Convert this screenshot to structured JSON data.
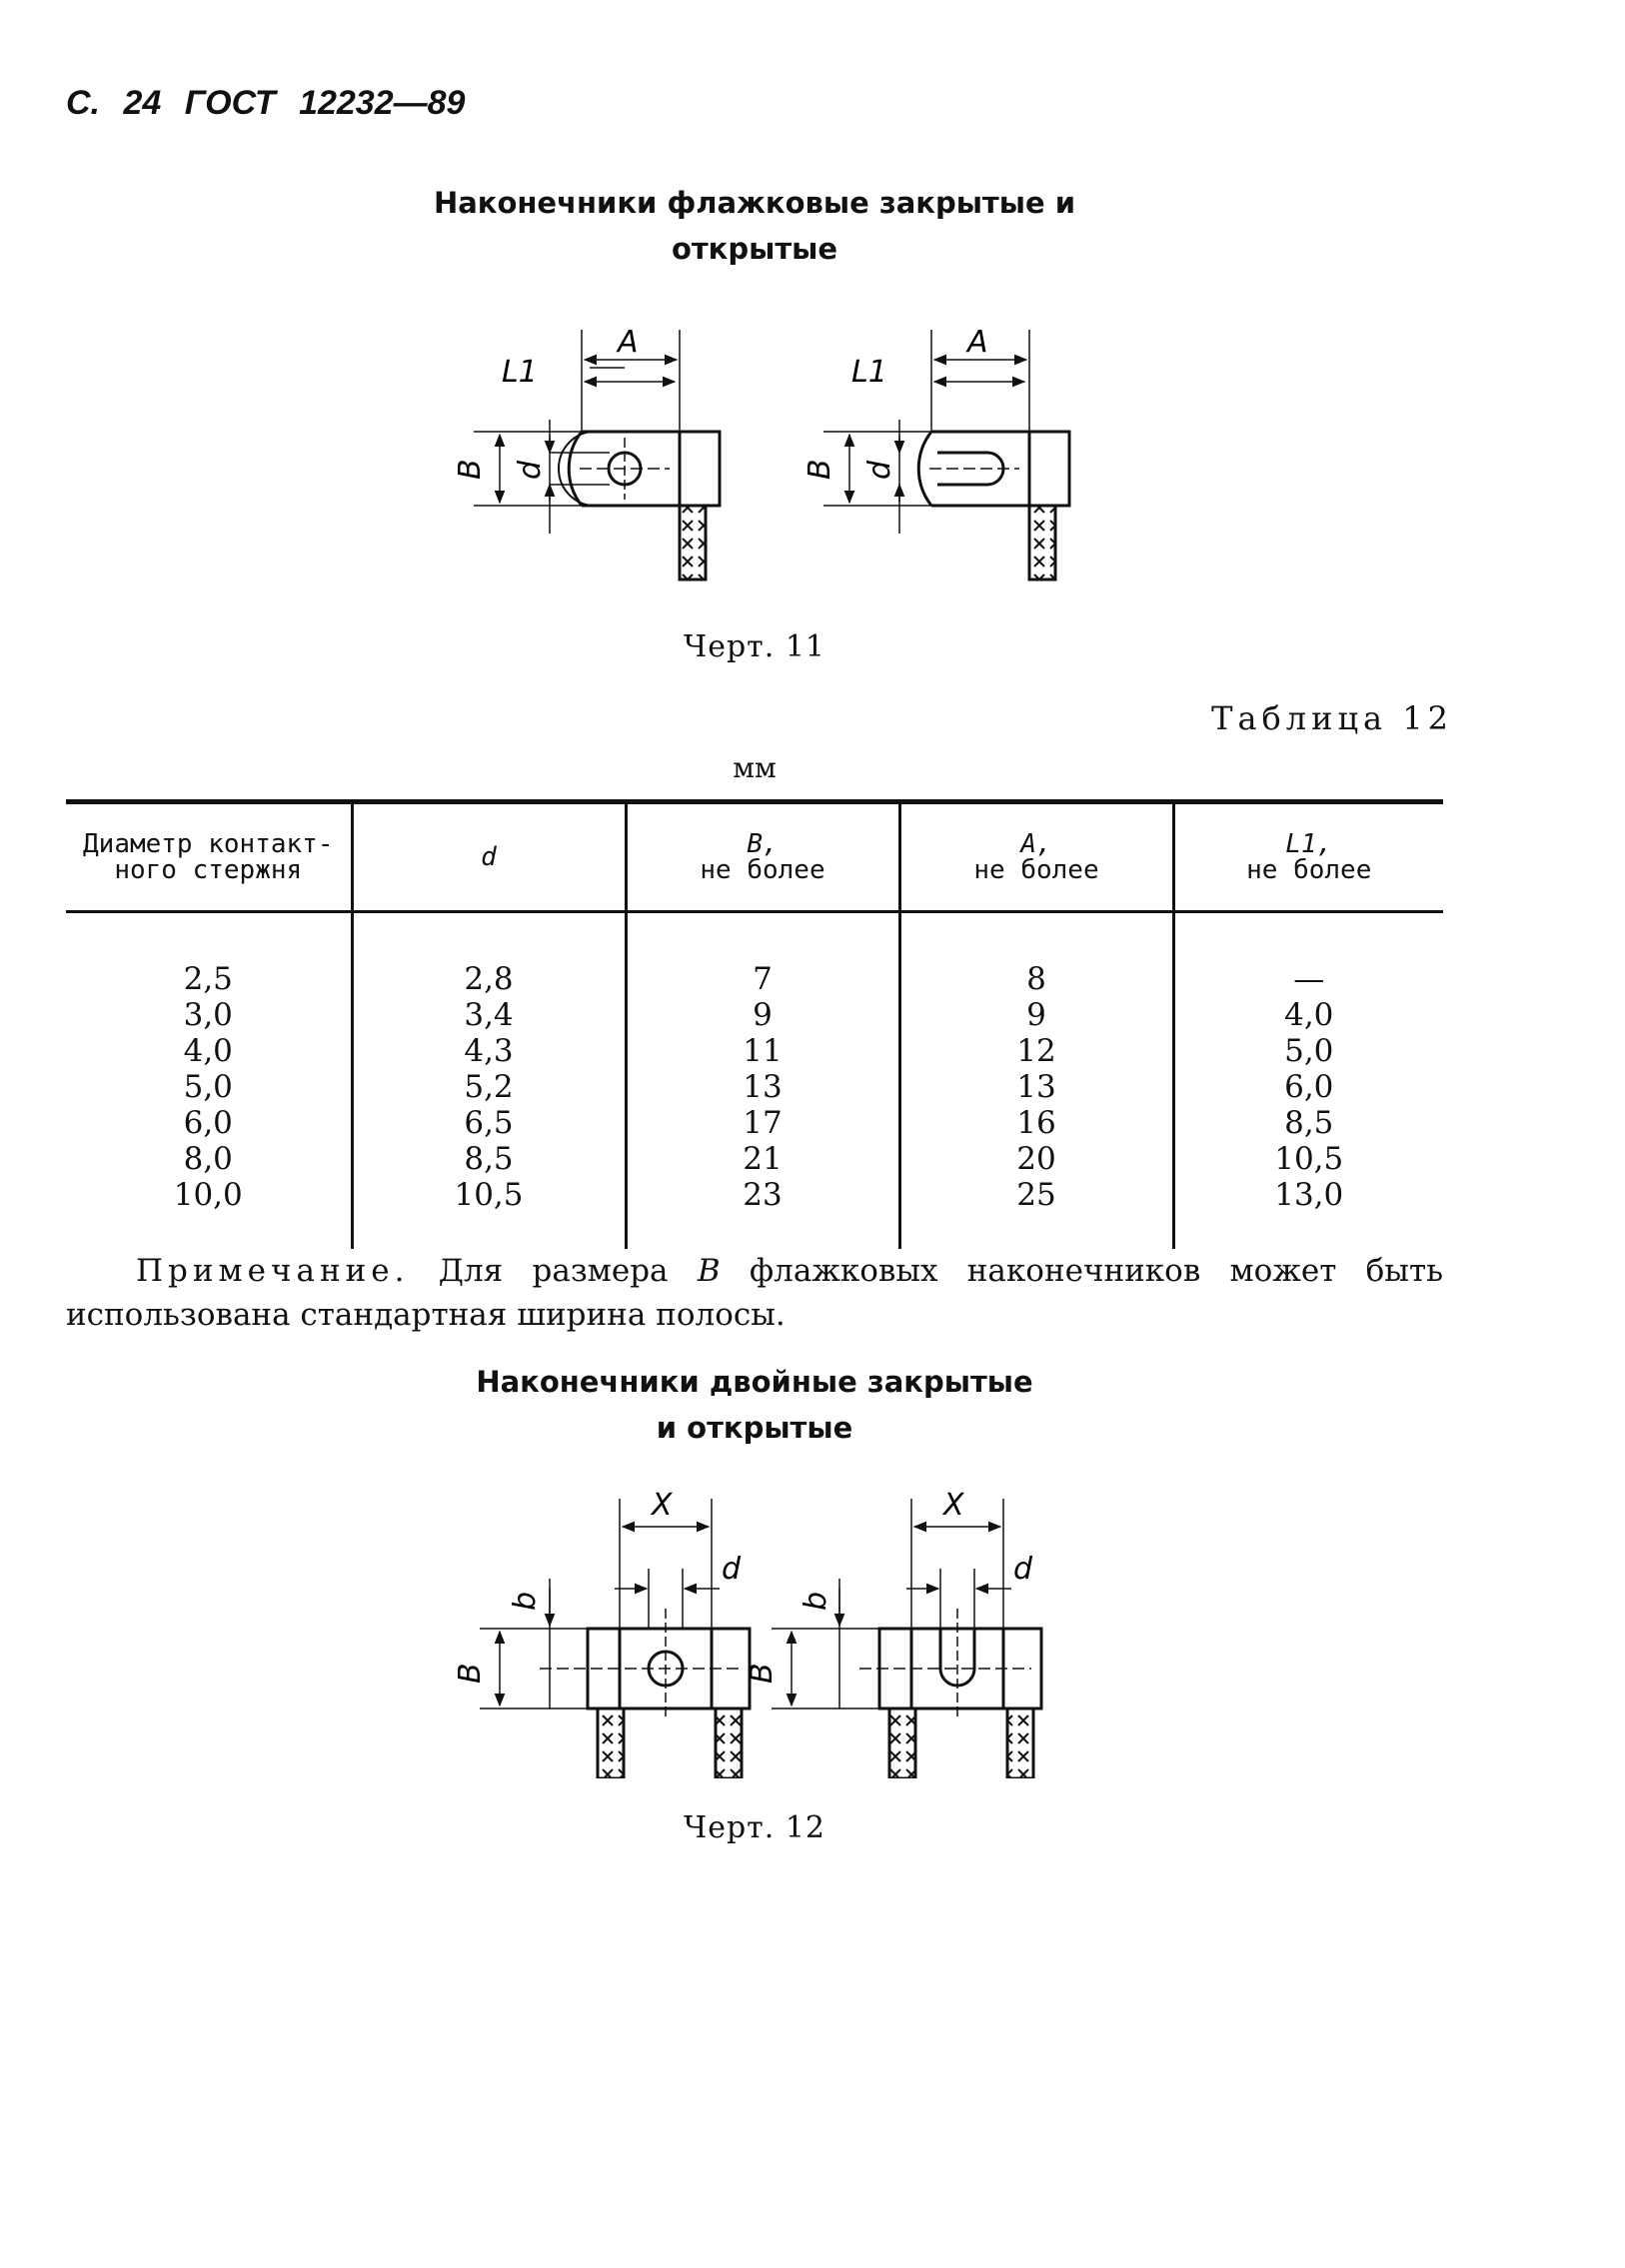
{
  "header": {
    "page": "С. 24",
    "standard": "ГОСТ",
    "number": "12232—89"
  },
  "section1": {
    "title_line1": "Наконечники флажковые закрытые и",
    "title_line2": "открытые",
    "drawing_labels": {
      "A": "A",
      "L1": "L1",
      "B": "B",
      "d": "d"
    },
    "caption": "Черт. 11"
  },
  "table": {
    "number": "Таблица 12",
    "unit": "мм",
    "headers": [
      {
        "line1": "Диаметр контакт-",
        "line2": "ного стержня"
      },
      {
        "line1": "d",
        "line2": ""
      },
      {
        "line1": "B,",
        "line2": "не более"
      },
      {
        "line1": "A,",
        "line2": "не более"
      },
      {
        "line1": "L1,",
        "line2": "не более"
      }
    ],
    "columns": [
      [
        "2,5",
        "3,0",
        "4,0",
        "5,0",
        "6,0",
        "8,0",
        "10,0"
      ],
      [
        "2,8",
        "3,4",
        "4,3",
        "5,2",
        "6,5",
        "8,5",
        "10,5"
      ],
      [
        "7",
        "9",
        "11",
        "13",
        "17",
        "21",
        "23"
      ],
      [
        "8",
        "9",
        "12",
        "13",
        "16",
        "20",
        "25"
      ],
      [
        "—",
        "4,0",
        "5,0",
        "6,0",
        "8,5",
        "10,5",
        "13,0"
      ]
    ]
  },
  "note": {
    "label": "Примечание.",
    "text_before": "Для размера",
    "symbol": "B",
    "text_after": "флажковых наконечников может быть использована стандартная ширина полосы."
  },
  "section2": {
    "title_line1": "Наконечники двойные закрытые",
    "title_line2": "и открытые",
    "drawing_labels": {
      "X": "X",
      "b": "b",
      "B": "B",
      "d": "d"
    },
    "caption": "Черт. 12"
  }
}
